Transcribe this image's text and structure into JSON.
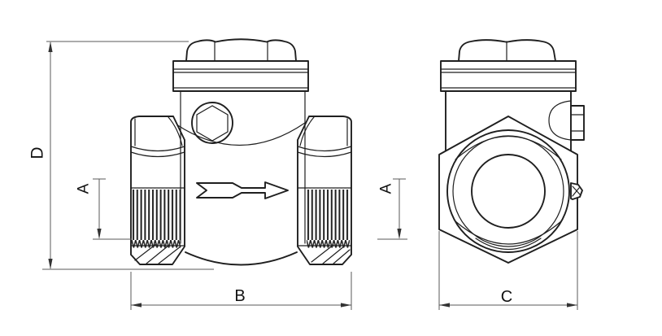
{
  "drawing": {
    "colors": {
      "bg": "#ffffff",
      "line": "#1f1f1f",
      "dim": "#5a5a5a",
      "label": "#111111"
    },
    "labels": {
      "dim_d": "D",
      "dim_a_left": "A",
      "dim_a_right": "A",
      "dim_b": "B",
      "dim_c": "C"
    }
  }
}
